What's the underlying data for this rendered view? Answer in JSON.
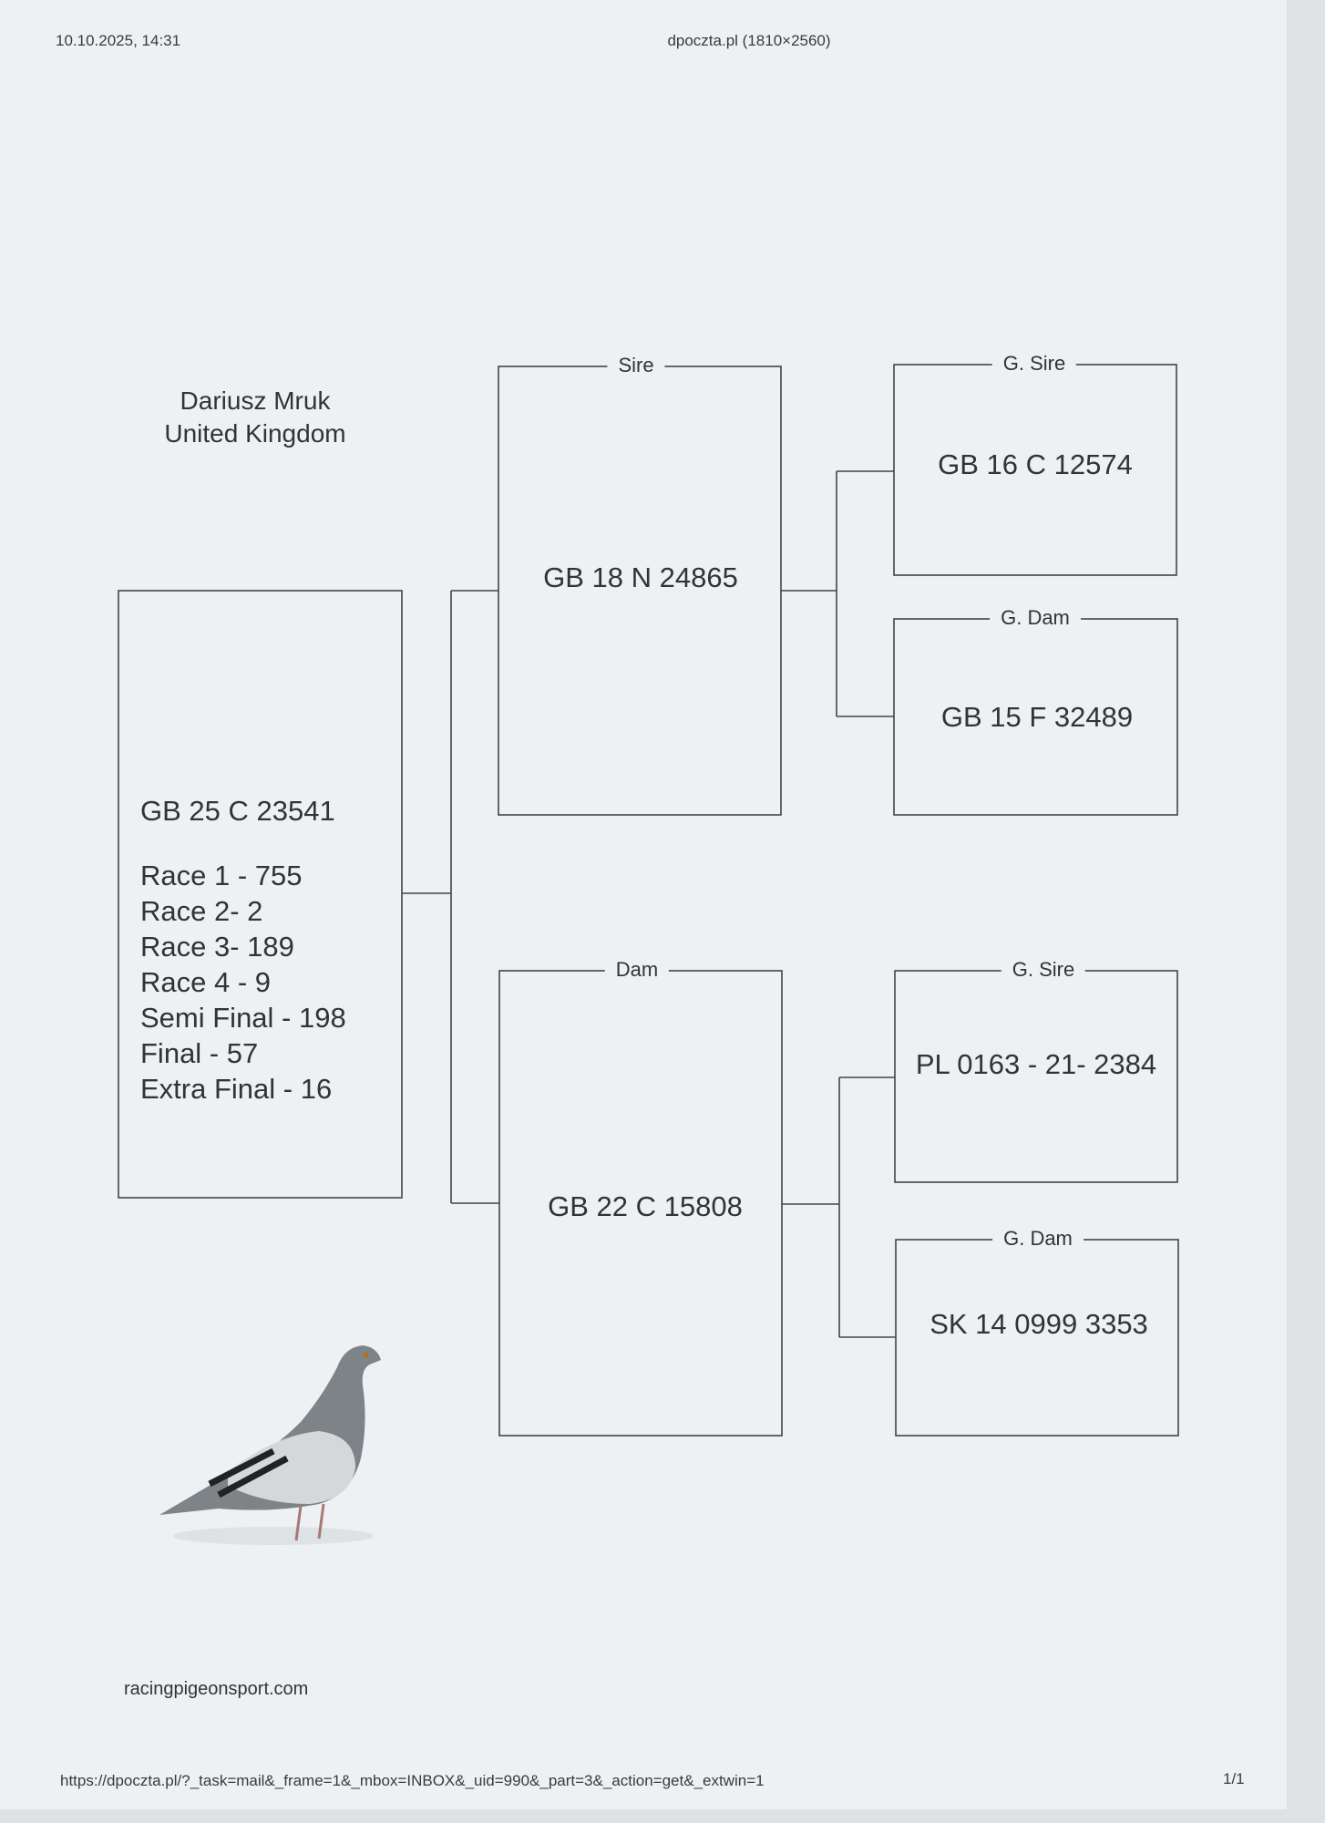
{
  "header": {
    "datetime": "10.10.2025, 14:31",
    "title": "dpoczta.pl (1810×2560)"
  },
  "owner": {
    "name": "Dariusz Mruk",
    "country": "United Kingdom"
  },
  "bird": {
    "ring": "GB 25 C 23541",
    "results": [
      "Race 1 - 755",
      "Race 2- 2",
      "Race 3- 189",
      "Race 4 - 9",
      "Semi Final - 198",
      "Final - 57",
      "Extra Final - 16"
    ]
  },
  "sire": {
    "label": "Sire",
    "ring": "GB 18 N 24865"
  },
  "dam": {
    "label": "Dam",
    "ring": "GB 22 C 15808"
  },
  "sire_sire": {
    "label": "G. Sire",
    "ring": "GB 16 C 12574"
  },
  "sire_dam": {
    "label": "G. Dam",
    "ring": "GB 15 F 32489"
  },
  "dam_sire": {
    "label": "G. Sire",
    "ring": "PL 0163 - 21- 2384"
  },
  "dam_dam": {
    "label": "G. Dam",
    "ring": "SK 14 0999 3353"
  },
  "website": "racingpigeonsport.com",
  "footer": {
    "url": "https://dpoczta.pl/?_task=mail&_frame=1&_mbox=INBOX&_uid=990&_part=3&_action=get&_extwin=1",
    "page": "1/1"
  }
}
